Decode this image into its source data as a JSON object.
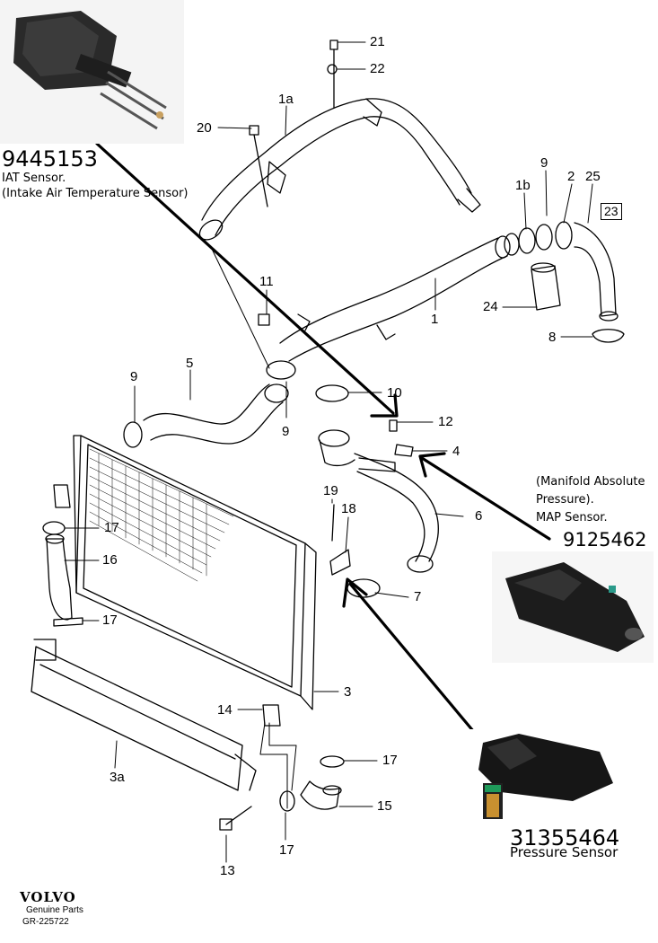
{
  "diagram": {
    "callouts": [
      {
        "id": "c21",
        "text": "21"
      },
      {
        "id": "c22",
        "text": "22"
      },
      {
        "id": "c1a",
        "text": "1a"
      },
      {
        "id": "c20",
        "text": "20"
      },
      {
        "id": "c9a",
        "text": "9"
      },
      {
        "id": "c2",
        "text": "2"
      },
      {
        "id": "c25",
        "text": "25"
      },
      {
        "id": "c1b",
        "text": "1b"
      },
      {
        "id": "c23",
        "text": "23"
      },
      {
        "id": "c24",
        "text": "24"
      },
      {
        "id": "c1",
        "text": "1"
      },
      {
        "id": "c8",
        "text": "8"
      },
      {
        "id": "c11",
        "text": "11"
      },
      {
        "id": "c5",
        "text": "5"
      },
      {
        "id": "c9b",
        "text": "9"
      },
      {
        "id": "c9c",
        "text": "9"
      },
      {
        "id": "c10",
        "text": "10"
      },
      {
        "id": "c12",
        "text": "12"
      },
      {
        "id": "c4",
        "text": "4"
      },
      {
        "id": "c6",
        "text": "6"
      },
      {
        "id": "c19",
        "text": "19"
      },
      {
        "id": "c18",
        "text": "18"
      },
      {
        "id": "c17a",
        "text": "17"
      },
      {
        "id": "c16",
        "text": "16"
      },
      {
        "id": "c17b",
        "text": "17"
      },
      {
        "id": "c7",
        "text": "7"
      },
      {
        "id": "c3",
        "text": "3"
      },
      {
        "id": "c14",
        "text": "14"
      },
      {
        "id": "c17c",
        "text": "17"
      },
      {
        "id": "c3a",
        "text": "3a"
      },
      {
        "id": "c15",
        "text": "15"
      },
      {
        "id": "c13",
        "text": "13"
      },
      {
        "id": "c17d",
        "text": "17"
      }
    ]
  },
  "annotations": {
    "iat": {
      "part_number": "9445153",
      "line1": "IAT Sensor.",
      "line2": "(Intake Air Temperature Sensor)"
    },
    "map": {
      "line1": "(Manifold Absolute",
      "line2": "Pressure).",
      "line3": "MAP Sensor.",
      "part_number": "9125462"
    },
    "pressure": {
      "part_number": "31355464",
      "name": "Pressure Sensor"
    }
  },
  "footer": {
    "brand": "VOLVO",
    "subtitle": "Genuine Parts",
    "code": "GR-225722"
  }
}
